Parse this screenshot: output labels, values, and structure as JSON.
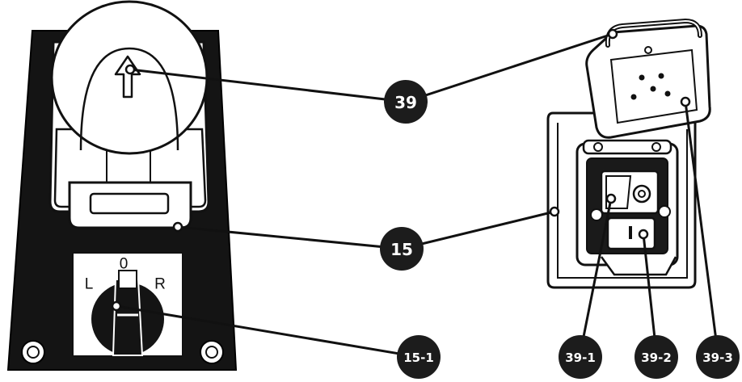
{
  "colors": {
    "ink": "#111111",
    "fill": "#ffffff",
    "badge": "#1c1c1c",
    "shade": "#cfcfcf"
  },
  "switch_positions": {
    "left": "L",
    "off": "0",
    "right": "R"
  },
  "callouts": [
    {
      "id": "c39",
      "label": "39"
    },
    {
      "id": "c15",
      "label": "15"
    },
    {
      "id": "c15-1",
      "label": "15-1"
    },
    {
      "id": "c39-1",
      "label": "39-1"
    },
    {
      "id": "c39-2",
      "label": "39-2"
    },
    {
      "id": "c39-3",
      "label": "39-3"
    }
  ]
}
